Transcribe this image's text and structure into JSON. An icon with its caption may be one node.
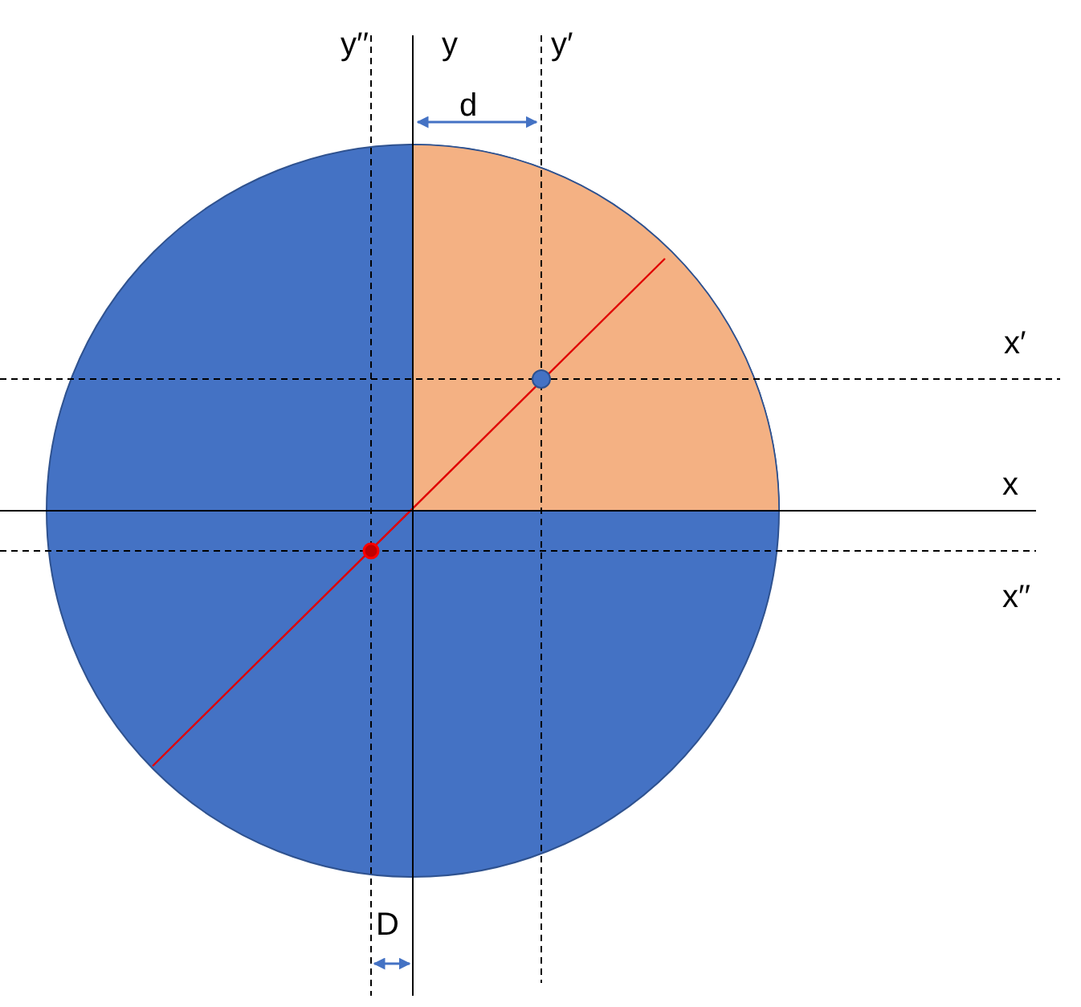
{
  "diagram": {
    "labels": [
      "y′′",
      "y",
      "y′",
      "d",
      "x′",
      "x",
      "x′′",
      "D"
    ]
  }
}
